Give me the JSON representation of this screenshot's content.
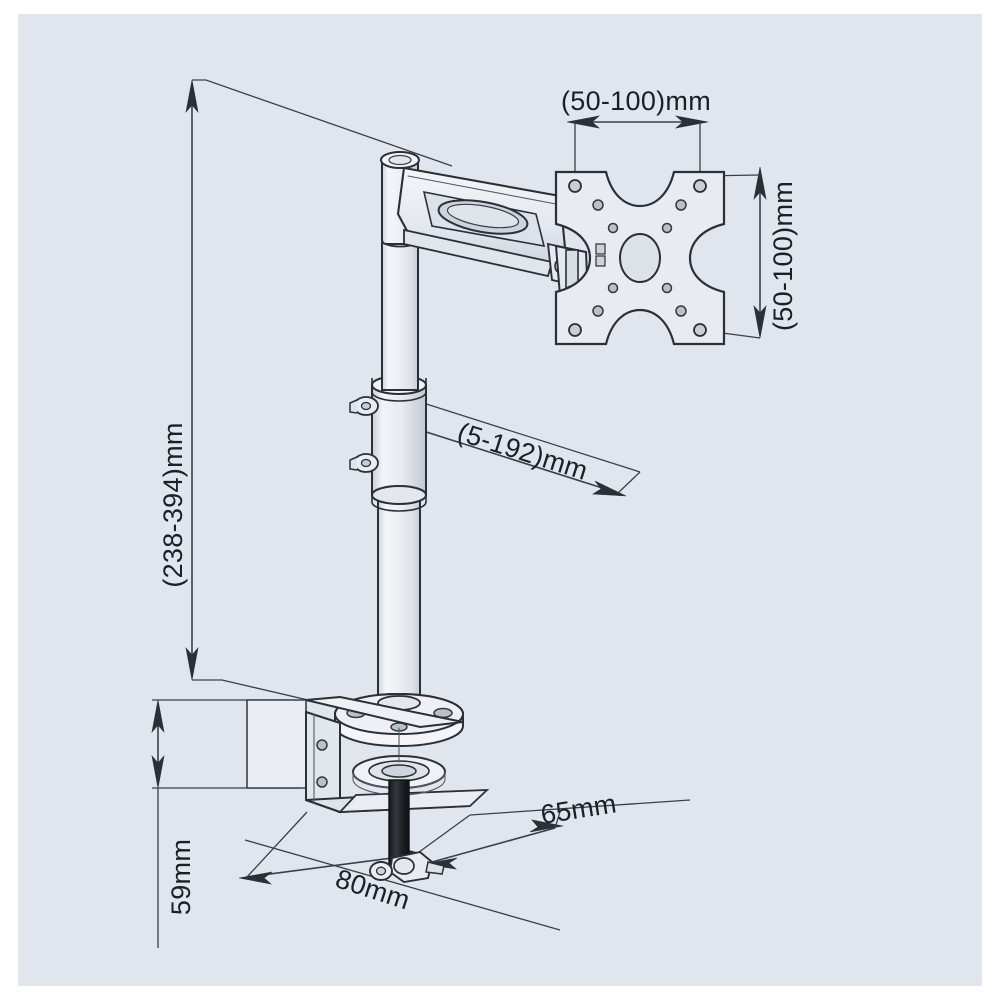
{
  "drawing": {
    "title": "Monitor desk mount technical dimension drawing",
    "background_color": "#e1e5ed",
    "page_color": "#ffffff",
    "line_color": "#2b2f36",
    "product": "single-monitor desk clamp mount with gas-spring arm"
  },
  "dimensions": {
    "height_range": {
      "label": "(238-394)mm",
      "orientation": "vertical",
      "position": "left",
      "measures": "pole height adjustment range"
    },
    "vesa_horizontal": {
      "label": "(50-100)mm",
      "orientation": "horizontal",
      "position": "top-right",
      "measures": "VESA plate horizontal hole spacing"
    },
    "vesa_vertical": {
      "label": "(50-100)mm",
      "orientation": "vertical",
      "position": "right",
      "measures": "VESA plate vertical hole spacing"
    },
    "arm_reach": {
      "label": "(5-192)mm",
      "orientation": "tilted",
      "position": "middle",
      "measures": "arm extension / reach range"
    },
    "clamp_depth": {
      "label": "65mm",
      "orientation": "tilted",
      "position": "bottom-right",
      "measures": "clamp base depth"
    },
    "clamp_width": {
      "label": "80mm",
      "orientation": "tilted",
      "position": "bottom-center",
      "measures": "clamp base width"
    },
    "clamp_thickness": {
      "label": "59mm",
      "orientation": "vertical",
      "position": "bottom-left",
      "measures": "maximum desktop clamping thickness"
    }
  },
  "components": {
    "vesa_plate": "star-shaped VESA mounting plate with multiple hole patterns",
    "tilt_joint": "tilt and swivel bracket",
    "gas_arm": "gas spring arm with oval cutout",
    "pole_upper": "upper telescoping pole section",
    "collar": "adjustment collar with two thumbscrews",
    "pole_lower": "lower pole section",
    "flange": "circular base flange plate",
    "clamp_bracket": "C-shaped desk clamp bracket",
    "clamp_bolt": "threaded clamp bolt with wing knob",
    "washer": "clamp washer"
  }
}
